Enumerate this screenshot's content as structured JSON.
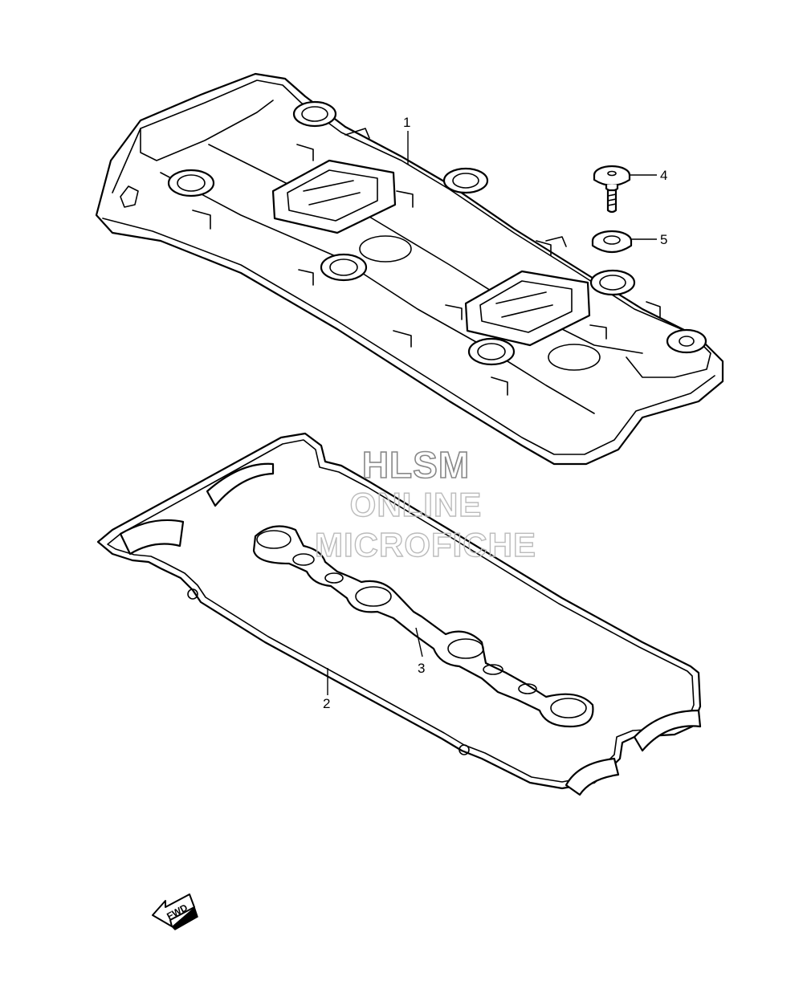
{
  "callouts": {
    "c1": "1",
    "c2": "2",
    "c3": "3",
    "c4": "4",
    "c5": "5"
  },
  "watermark": {
    "line1": "HLSM",
    "line2": "ONLINE",
    "line3": "MICROFICHE"
  },
  "direction_marker": {
    "label": "FWD",
    "icon": "fwd-arrow-icon"
  }
}
